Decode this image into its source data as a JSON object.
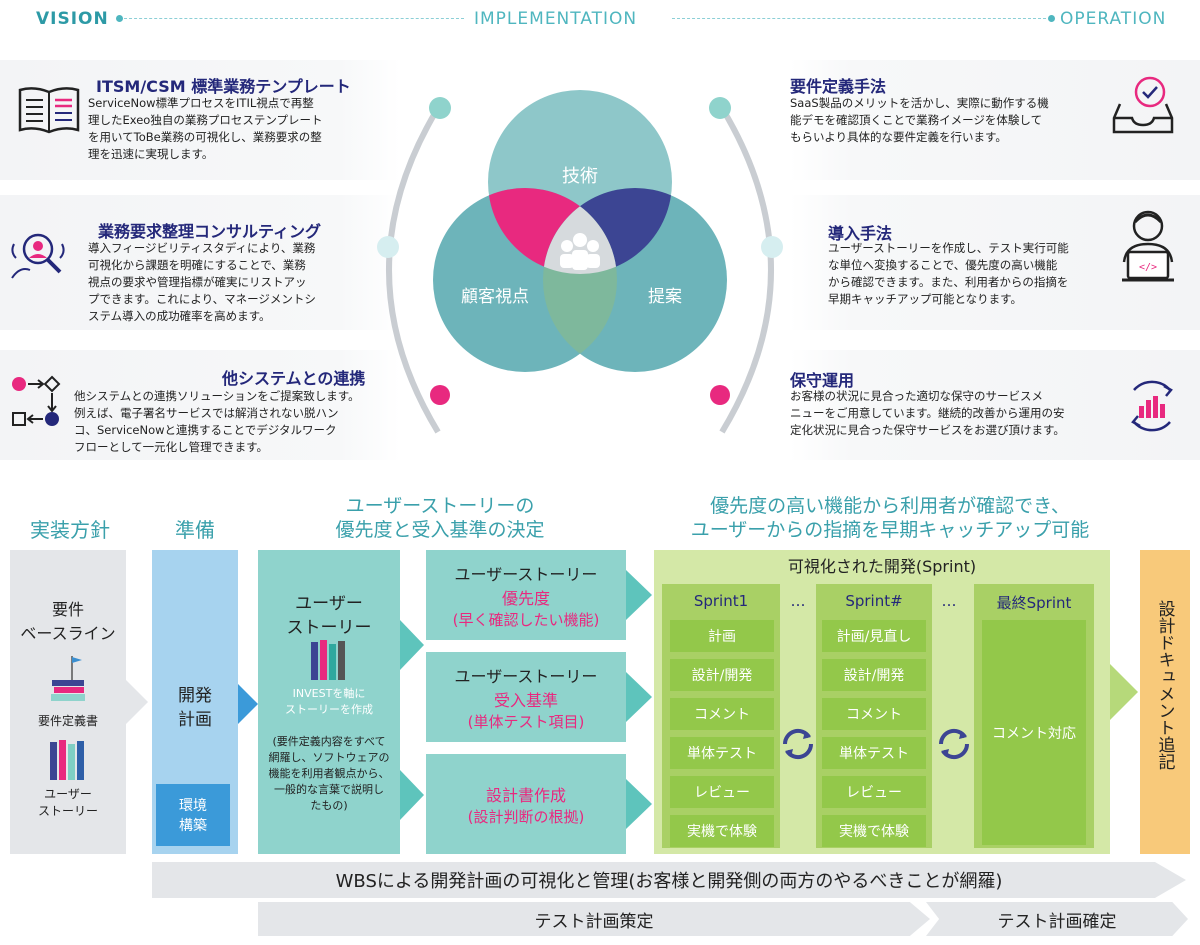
{
  "phases": {
    "vision": "VISION",
    "implementation": "IMPLEMENTATION",
    "operation": "OPERATION"
  },
  "left_items": [
    {
      "title": "ITSM/CSM 標準業務テンプレート",
      "lines": [
        "ServiceNow標準プロセスをITIL視点で再整",
        "理したExeo独自の業務プロセステンプレート",
        "を用いてToBe業務の可視化し、業務要求の整",
        "理を迅速に実現します。"
      ],
      "icon": "document-lines-icon"
    },
    {
      "title": "業務要求整理コンサルティング",
      "lines": [
        "導入フィージビリティスタディにより、業務",
        "可視化から課題を明確にすることで、業務",
        "視点の要求や管理指標が確実にリストアッ",
        "プできます。これにより、マネージメントシ",
        "ステム導入の成功確率を高めます。"
      ],
      "icon": "consultant-search-icon"
    },
    {
      "title": "他システムとの連携",
      "lines": [
        "他システムとの連携ソリューションをご提案致します。",
        "例えば、電子署名サービスでは解消されない脱ハン",
        "コ、ServiceNowと連携することでデジタルワーク",
        "フローとして一元化し管理できます。"
      ],
      "icon": "system-link-icon"
    }
  ],
  "right_items": [
    {
      "title": "要件定義手法",
      "lines": [
        "SaaS製品のメリットを活かし、実際に動作する機",
        "能デモを確認頂くことで業務イメージを体験して",
        "もらいより具体的な要件定義を行います。"
      ],
      "icon": "inbox-check-icon"
    },
    {
      "title": "導入手法",
      "lines": [
        "ユーザーストーリーを作成し、テスト実行可能",
        "な単位へ変換することで、優先度の高い機能",
        "から確認できます。また、利用者からの指摘を",
        "早期キャッチアップ可能となります。"
      ],
      "icon": "developer-laptop-icon"
    },
    {
      "title": "保守運用",
      "lines": [
        "お客様の状況に見合った適切な保守のサービスメ",
        "ニューをご用意しています。継続的改善から運用の安",
        "定化状況に見合った保守サービスをお選び頂けます。"
      ],
      "icon": "cycle-chart-icon"
    }
  ],
  "venn": {
    "top": "技術",
    "left": "顧客視点",
    "right": "提案",
    "center_icon": "team-icon"
  },
  "colors": {
    "teal": "#3aa0ab",
    "pink": "#e8297f",
    "navy": "#24287a",
    "green": "#93c84a",
    "orange": "#f8c97a"
  },
  "flow": {
    "headers": {
      "policy": "実装方針",
      "prep": "準備",
      "story_lines": [
        "ユーザーストーリーの",
        "優先度と受入基準の決定"
      ],
      "priority_lines": [
        "優先度の高い機能から利用者が確認でき、",
        "ユーザーからの指摘を早期キャッチアップ可能"
      ]
    },
    "policy": {
      "lines": [
        "要件",
        "ベースライン"
      ],
      "doc1": "要件定義書",
      "doc2_lines": [
        "ユーザー",
        "ストーリー"
      ]
    },
    "prep": {
      "plan_lines": [
        "開発",
        "計画"
      ],
      "env_lines": [
        "環境",
        "構築"
      ]
    },
    "story": {
      "title_lines": [
        "ユーザー",
        "ストーリー"
      ],
      "invest_lines": [
        "INVESTを軸に",
        "ストーリーを作成"
      ],
      "note_lines": [
        "(要件定義内容をすべて",
        "網羅し、ソフトウェアの",
        "機能を利用者観点から、",
        "一般的な言葉で説明し",
        "たもの)"
      ]
    },
    "decisions": [
      {
        "title": "ユーザーストーリー",
        "sub": "優先度",
        "detail": "(早く確認したい機能)"
      },
      {
        "title": "ユーザーストーリー",
        "sub": "受入基準",
        "detail": "(単体テスト項目)"
      },
      {
        "title": "",
        "sub": "設計書作成",
        "detail": "(設計判断の根拠)"
      }
    ],
    "sprint_area": {
      "title": "可視化された開発(Sprint)",
      "dots": "…",
      "sprint1": {
        "title": "Sprint1",
        "items": [
          "計画",
          "設計/開発",
          "コメント",
          "単体テスト",
          "レビュー",
          "実機で体験"
        ]
      },
      "sprintN": {
        "title": "Sprint#",
        "items": [
          "計画/見直し",
          "設計/開発",
          "コメント",
          "単体テスト",
          "レビュー",
          "実機で体験"
        ]
      },
      "final": {
        "title": "最終Sprint",
        "item": "コメント対応"
      }
    },
    "doc_follow": "設計ドキュメント追記",
    "wbs": "WBSによる開発計画の可視化と管理(お客様と開発側の両方のやるべきことが網羅)",
    "test_plan": "テスト計画策定",
    "test_fix": "テスト計画確定"
  }
}
